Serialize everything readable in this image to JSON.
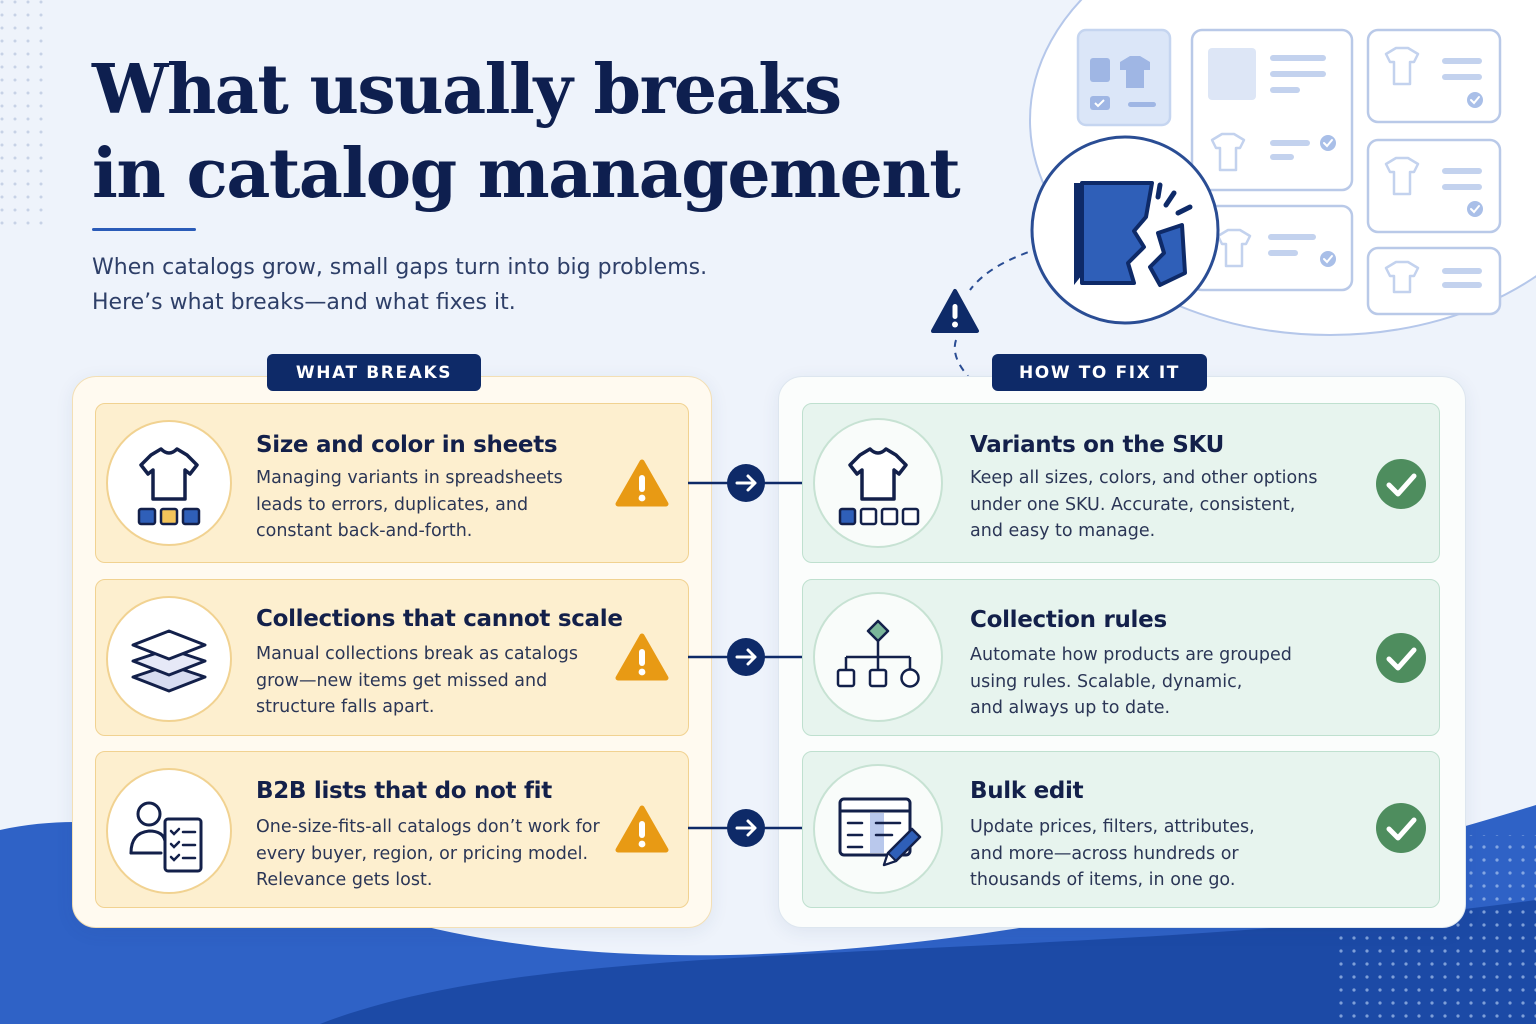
{
  "title": {
    "line1": "What usually breaks",
    "line2": "in catalog management"
  },
  "subtitle": {
    "line1": "When catalogs grow, small gaps turn into big problems.",
    "line2": "Here’s what breaks—and what fixes it."
  },
  "left_panel": {
    "label": "WHAT BREAKS",
    "items": [
      {
        "title": "Size and color in sheets",
        "lines": [
          "Managing variants in spreadsheets",
          "leads to errors, duplicates, and",
          "constant back-and-forth."
        ],
        "icon": "tshirt-variants-icon"
      },
      {
        "title": "Collections that cannot scale",
        "lines": [
          "Manual collections break as catalogs",
          "grow—new items get missed and",
          "structure falls apart."
        ],
        "icon": "stacked-layers-icon"
      },
      {
        "title": "B2B lists that do not fit",
        "lines": [
          "One-size-fits-all catalogs don’t work for",
          "every buyer, region, or pricing model.",
          "Relevance gets lost."
        ],
        "icon": "buyer-list-icon"
      }
    ]
  },
  "right_panel": {
    "label": "HOW TO FIX IT",
    "items": [
      {
        "title": "Variants on the SKU",
        "lines": [
          "Keep all sizes, colors, and other options",
          "under one SKU. Accurate, consistent,",
          "and easy to manage."
        ],
        "icon": "tshirt-sku-icon"
      },
      {
        "title": "Collection rules",
        "lines": [
          "Automate how products are grouped",
          "using rules. Scalable, dynamic,",
          "and always up to date."
        ],
        "icon": "rule-tree-icon"
      },
      {
        "title": "Bulk edit",
        "lines": [
          "Update prices, filters, attributes,",
          "and more—across hundreds or",
          "thousands of items, in one go."
        ],
        "icon": "bulk-edit-icon"
      }
    ]
  },
  "colors": {
    "navy": "#0e2a68",
    "warning": "#e89a14",
    "success": "#4e8d5e",
    "accent_blue": "#2d5fb8"
  }
}
